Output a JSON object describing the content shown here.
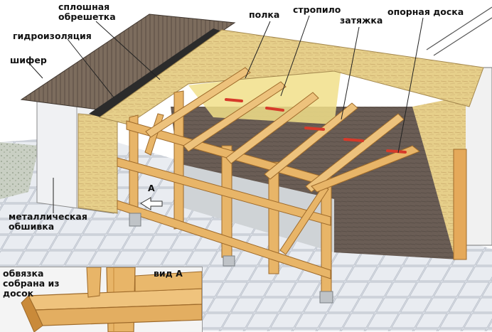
{
  "labels": {
    "solid_sheathing": "сплошная обрешетка",
    "waterproofing": "гидроизоляция",
    "slate": "шифер",
    "shelf": "полка",
    "rafter": "стропило",
    "tie": "затяжка",
    "support_board": "опорная доска",
    "view_marker": "А",
    "metal_cladding": "металлическая обшивка",
    "strapping": "обвязка собрана из досок",
    "view_a": "вид А"
  },
  "colors": {
    "wood": "#e8b568",
    "wood_dark": "#c98a3a",
    "slate": "#7a6a5c",
    "waterproofing": "#2b2b2b",
    "osb": "#e6cf8a",
    "interior_wall": "#6b5e55",
    "insulation": "#f1df8a",
    "tie_red": "#d63a2a",
    "paving": "#dfe3ea",
    "metal_panel": "#eef0f2"
  }
}
